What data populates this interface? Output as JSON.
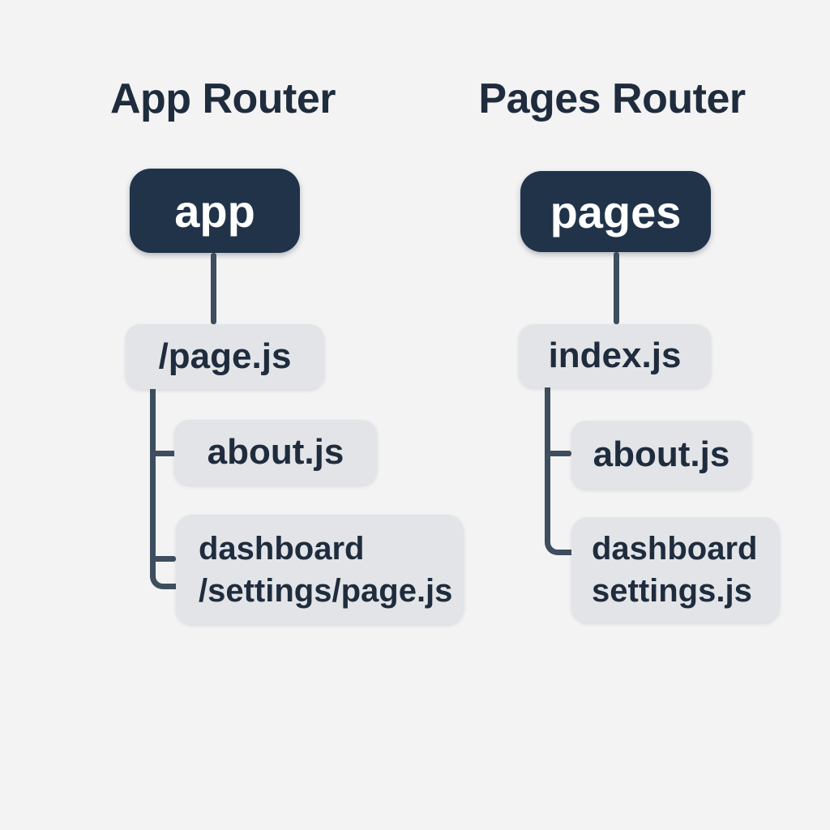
{
  "colors": {
    "background": "#f3f3f4",
    "node_dark": "#203349",
    "node_light": "#e2e4e7",
    "connector": "#3e4e5e",
    "text_dark": "#1f2c3d",
    "text_light": "#ffffff"
  },
  "left": {
    "title": "App Router",
    "root_label": "app",
    "child_label": "/page.js",
    "leaf1_label": "about.js",
    "leaf2_line1": "dashboard",
    "leaf2_line2": "/settings/page.js"
  },
  "right": {
    "title": "Pages Router",
    "root_label": "pages",
    "child_label": "index.js",
    "leaf1_label": "about.js",
    "leaf2_line1": "dashboard",
    "leaf2_line2": "settings.js"
  }
}
